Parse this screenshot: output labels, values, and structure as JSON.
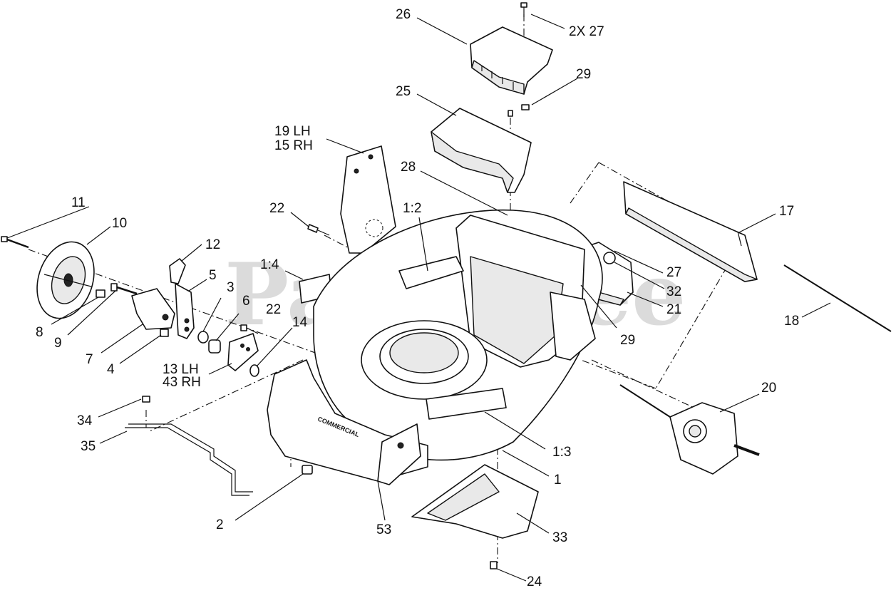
{
  "watermark": "PartsTree",
  "deck_decal_text": "COMMERCIAL",
  "labels": {
    "l26": "26",
    "l2x27": "2X 27",
    "l29a": "29",
    "l25": "25",
    "l19lh": "19 LH",
    "l15rh": "15 RH",
    "l28": "28",
    "l12": "12",
    "l22a": "22",
    "l1_2": "1:2",
    "l17": "17",
    "l11": "11",
    "l10": "10",
    "l1_4": "1:4",
    "l5": "5",
    "l27b": "27",
    "l32": "32",
    "l21": "21",
    "l3": "3",
    "l6": "6",
    "l22b": "22",
    "l14": "14",
    "l29b": "29",
    "l8": "8",
    "l9": "9",
    "l7": "7",
    "l4": "4",
    "l18": "18",
    "l13lh": "13 LH",
    "l43rh": "43 RH",
    "l20": "20",
    "l34": "34",
    "l35": "35",
    "l1_3": "1:3",
    "l1": "1",
    "l2": "2",
    "l53": "53",
    "l33": "33",
    "l24": "24"
  }
}
